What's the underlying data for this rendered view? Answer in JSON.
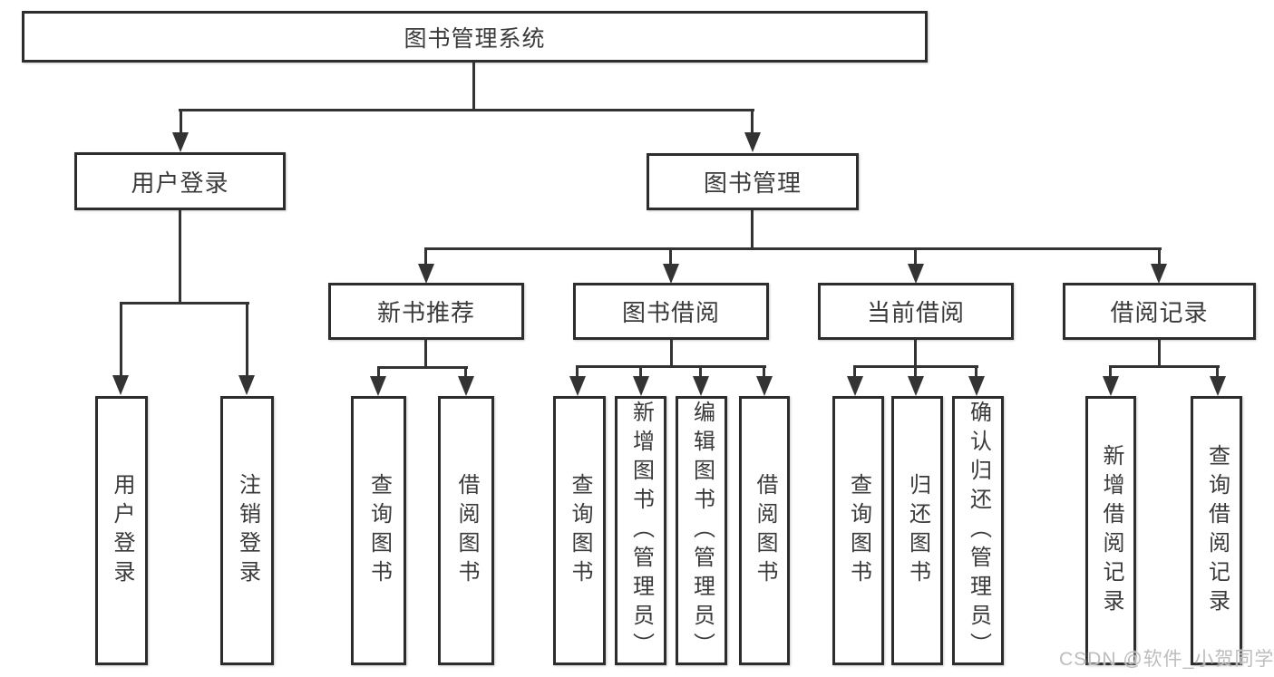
{
  "diagram_type": "hierarchy-tree",
  "watermark": "CSDN @软件_小贺同学",
  "colors": {
    "line": "#333333",
    "border": "#2d2d2d",
    "text": "#3a3a3a",
    "background": "#ffffff",
    "watermark": "#bdbdbd"
  },
  "tree": {
    "root": {
      "label": "图书管理系统",
      "children": [
        {
          "label": "用户登录",
          "children": [
            {
              "label": "用户登录"
            },
            {
              "label": "注销登录"
            }
          ]
        },
        {
          "label": "图书管理",
          "children": [
            {
              "label": "新书推荐",
              "children": [
                {
                  "label": "查询图书"
                },
                {
                  "label": "借阅图书"
                }
              ]
            },
            {
              "label": "图书借阅",
              "children": [
                {
                  "label": "查询图书"
                },
                {
                  "label": "新增图书（管理员）"
                },
                {
                  "label": "编辑图书（管理员）"
                },
                {
                  "label": "借阅图书"
                }
              ]
            },
            {
              "label": "当前借阅",
              "children": [
                {
                  "label": "查询图书"
                },
                {
                  "label": "归还图书"
                },
                {
                  "label": "确认归还（管理员）"
                }
              ]
            },
            {
              "label": "借阅记录",
              "children": [
                {
                  "label": "新增借阅记录"
                },
                {
                  "label": "查询借阅记录"
                }
              ]
            }
          ]
        }
      ]
    }
  }
}
